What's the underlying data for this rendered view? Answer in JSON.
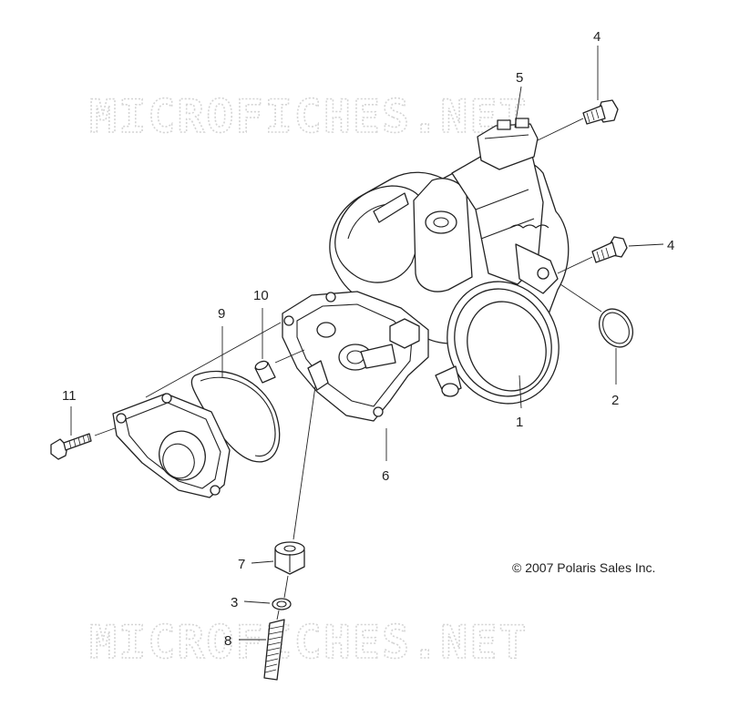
{
  "watermark": {
    "top": "MICROFICHES.NET",
    "bottom": "MICROFICHES.NET"
  },
  "copyright": "© 2007 Polaris Sales Inc.",
  "callouts": [
    {
      "id": "1",
      "label": "1"
    },
    {
      "id": "2",
      "label": "2"
    },
    {
      "id": "3",
      "label": "3"
    },
    {
      "id": "4a",
      "label": "4"
    },
    {
      "id": "4b",
      "label": "4"
    },
    {
      "id": "5",
      "label": "5"
    },
    {
      "id": "6",
      "label": "6"
    },
    {
      "id": "7",
      "label": "7"
    },
    {
      "id": "8",
      "label": "8"
    },
    {
      "id": "9",
      "label": "9"
    },
    {
      "id": "10",
      "label": "10"
    },
    {
      "id": "11",
      "label": "11"
    }
  ]
}
